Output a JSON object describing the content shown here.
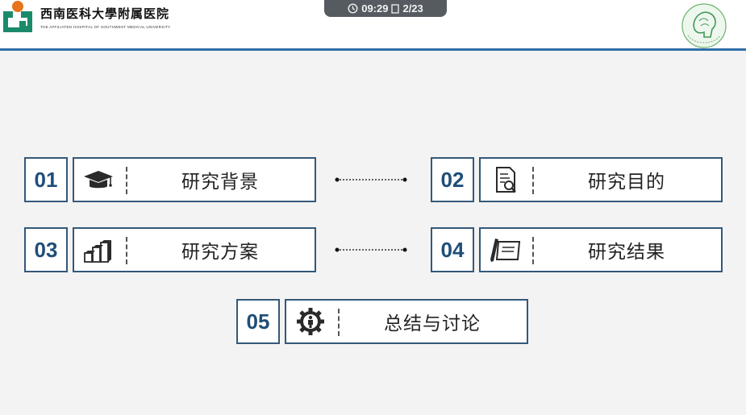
{
  "header": {
    "hospital_name": "西南医科大學附属医院",
    "hospital_subtitle": "THE AFFILIATED HOSPITAL OF SOUTHWEST MEDICAL UNIVERSITY",
    "accent_color": "#2f6fa8"
  },
  "status": {
    "time": "09:29",
    "page": "2/23",
    "clock_icon": "clock-icon",
    "page_icon": "page-icon"
  },
  "agenda": {
    "items": [
      {
        "number": "01",
        "label": "研究背景",
        "icon": "graduation-cap-icon"
      },
      {
        "number": "02",
        "label": "研究目的",
        "icon": "document-search-icon"
      },
      {
        "number": "03",
        "label": "研究方案",
        "icon": "bar-blocks-icon"
      },
      {
        "number": "04",
        "label": "研究结果",
        "icon": "pen-paper-icon"
      },
      {
        "number": "05",
        "label": "总结与讨论",
        "icon": "gear-person-icon"
      }
    ],
    "border_color": "#34587a",
    "number_color": "#1f4e79"
  }
}
